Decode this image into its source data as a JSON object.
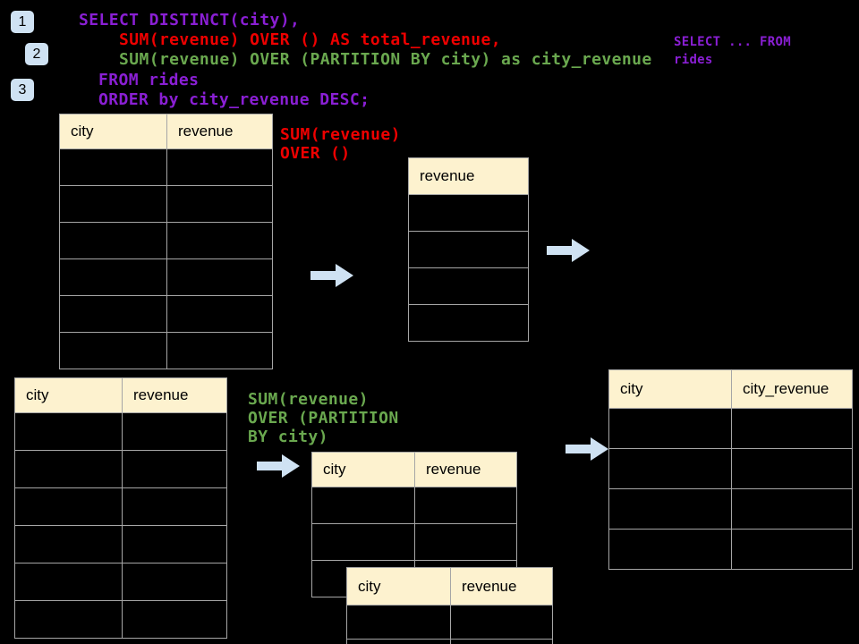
{
  "colors": {
    "background": "#000000",
    "code_purple": "#8a1fd4",
    "code_red": "#ee0000",
    "code_green": "#6aa84f",
    "table_header_fill": "#fdf2cf",
    "table_border": "#a6a6a6",
    "badge_fill": "#cfe2f3",
    "arrow_fill": "#cfe2f3"
  },
  "badges": [
    {
      "label": "1"
    },
    {
      "label": "2"
    },
    {
      "label": "3"
    }
  ],
  "sql_code": {
    "line1": "SELECT DISTINCT(city),",
    "line2": "SUM(revenue) OVER () AS total_revenue,",
    "line3": "SUM(revenue) OVER (PARTITION BY city) as city_revenue",
    "line4": "FROM rides",
    "line5": "ORDER by city_revenue DESC;"
  },
  "side_code": {
    "line1": "SELECT ... FROM",
    "line2": "rides"
  },
  "labels": {
    "total_window": {
      "line1": "SUM(revenue)",
      "line2": "OVER ()"
    },
    "partition_window": {
      "line1": "SUM(revenue)",
      "line2": "OVER (PARTITION",
      "line3": "BY city)"
    }
  },
  "tables": {
    "source_top": {
      "headers": [
        "city",
        "revenue"
      ],
      "body_rows": 6,
      "cells": "empty"
    },
    "total_result": {
      "headers": [
        "revenue"
      ],
      "body_rows": 4,
      "cells": "empty"
    },
    "source_bottom": {
      "headers": [
        "city",
        "revenue"
      ],
      "body_rows": 6,
      "cells": "empty"
    },
    "partition_mid": {
      "headers": [
        "city",
        "revenue"
      ],
      "body_rows": 3,
      "cells": "empty"
    },
    "partition_overlap": {
      "headers": [
        "city",
        "revenue"
      ],
      "body_rows": 2,
      "cells": "empty"
    },
    "city_revenue_result": {
      "headers": [
        "city",
        "city_revenue"
      ],
      "body_rows": 4,
      "cells": "empty"
    }
  },
  "arrows": [
    {
      "direction": "right",
      "connects": "source_top to total_result"
    },
    {
      "direction": "right",
      "connects": "total_result to output"
    },
    {
      "direction": "right",
      "connects": "source_bottom to partition_mid"
    },
    {
      "direction": "right",
      "connects": "partition_mid to city_revenue_result"
    }
  ]
}
